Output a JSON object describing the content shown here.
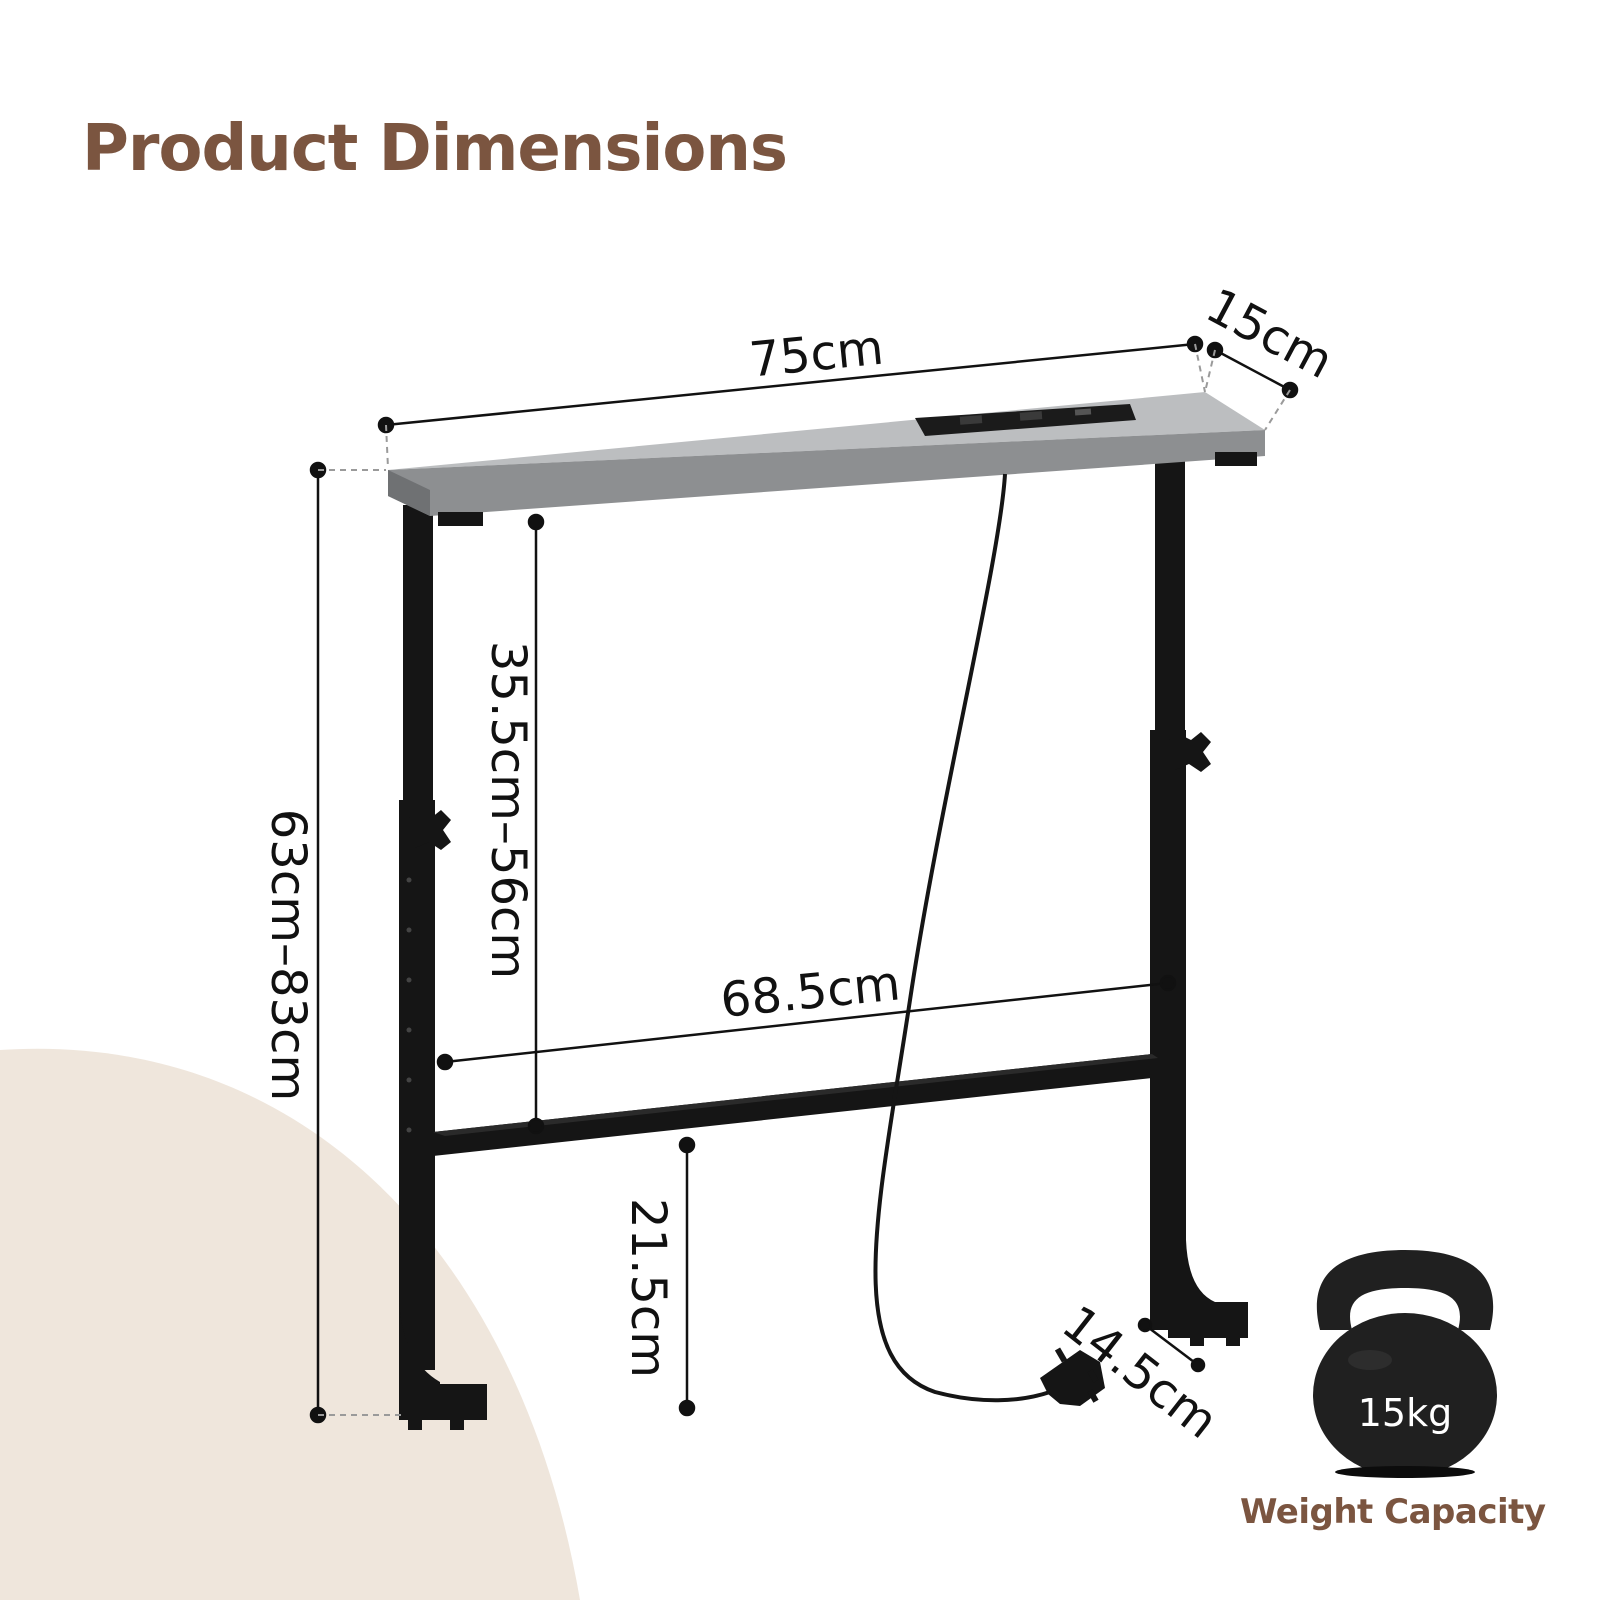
{
  "title": "Product Dimensions",
  "dimensions": {
    "width": "75cm",
    "depth": "15cm",
    "total_height": "63cm–83cm",
    "shelf_clearance": "35.5cm–56cm",
    "inner_width": "68.5cm",
    "lower_bar_height": "21.5cm",
    "foot_depth": "14.5cm"
  },
  "weight": {
    "value": "15kg",
    "label": "Weight Capacity"
  },
  "colors": {
    "brand_brown": "#7b5540",
    "background_arc": "#efe6dc",
    "frame": "#151515",
    "tabletop": "#8d8f91",
    "dimension_line": "#111111",
    "guide_dash": "#9a9a9a"
  }
}
